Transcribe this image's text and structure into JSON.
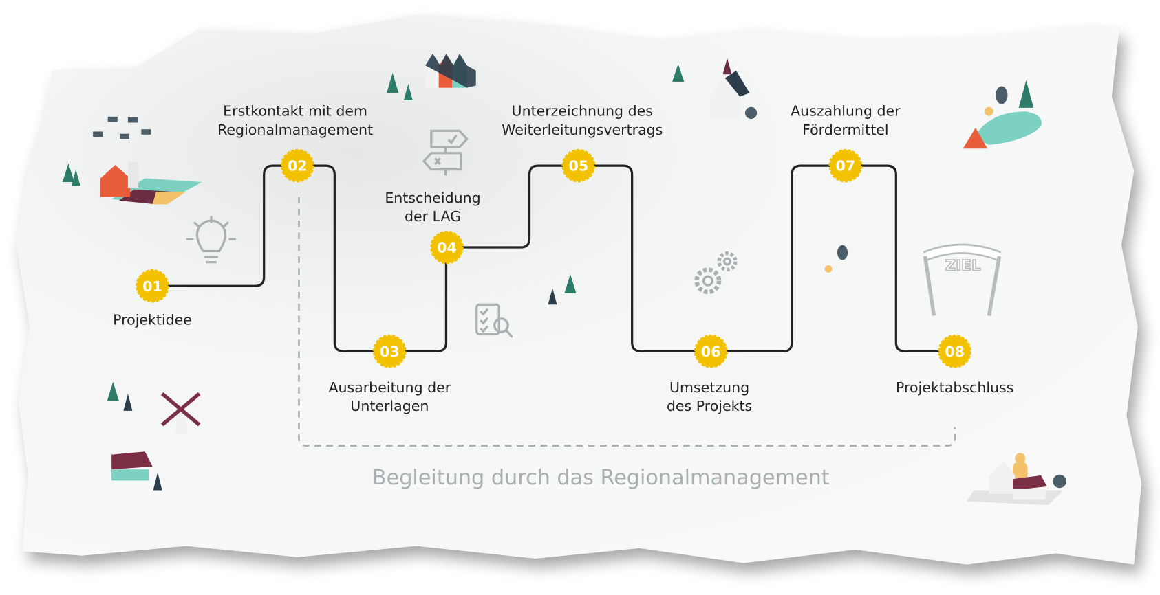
{
  "title": "Projektablauf",
  "steps": [
    {
      "num": "01",
      "label": [
        "Projektidee"
      ]
    },
    {
      "num": "02",
      "label": [
        "Erstkontakt mit dem",
        "Regionalmanagement"
      ]
    },
    {
      "num": "03",
      "label": [
        "Ausarbeitung der",
        "Unterlagen"
      ]
    },
    {
      "num": "04",
      "label": [
        "Entscheidung",
        "der LAG"
      ]
    },
    {
      "num": "05",
      "label": [
        "Unterzeichnung des",
        "Weiterleitungsvertrags"
      ]
    },
    {
      "num": "06",
      "label": [
        "Umsetzung",
        "des Projekts"
      ]
    },
    {
      "num": "07",
      "label": [
        "Auszahlung der",
        "Fördermittel"
      ]
    },
    {
      "num": "08",
      "label": [
        "Projektabschluss"
      ]
    }
  ],
  "support_label": "Begleitung durch das Regionalmanagement",
  "finish_sign": "ZIEL",
  "colors": {
    "badge": "#f2c200",
    "path": "#222222",
    "dashed": "#a9b0b2",
    "teal": "#2e7d6b",
    "navy": "#2c3e4c",
    "red": "#e85d3a",
    "plum": "#7a2f45"
  }
}
